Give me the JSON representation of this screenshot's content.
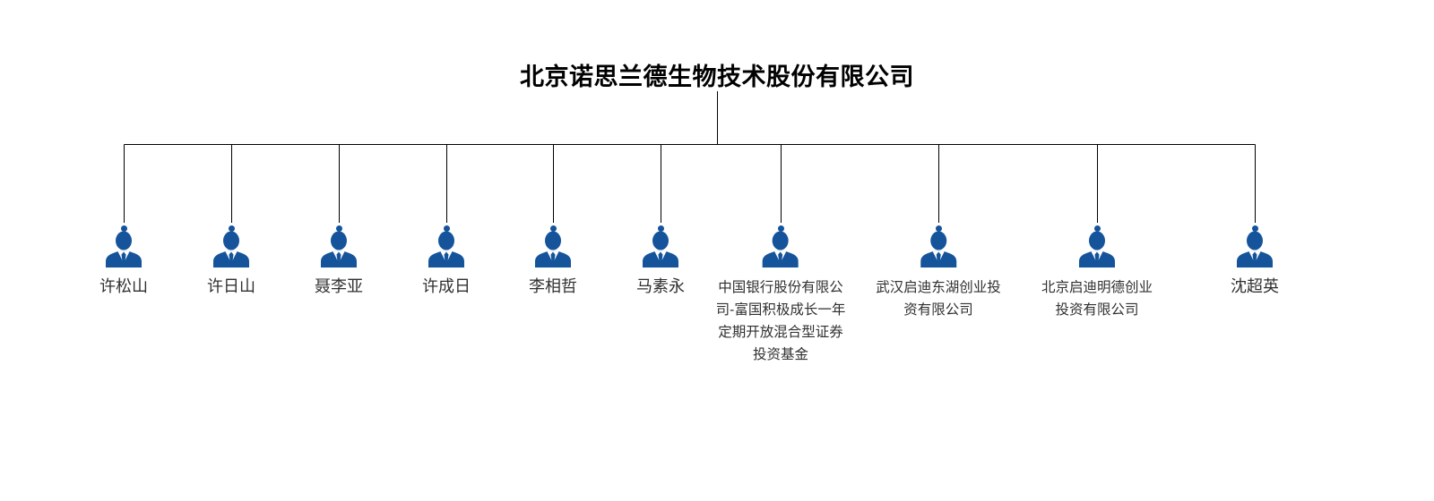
{
  "title": "北京诺思兰德生物技术股份有限公司",
  "colors": {
    "node_blue": "#15549b",
    "connector": "#000000",
    "label": "#303030",
    "title_color": "#000000",
    "background": "#ffffff"
  },
  "nodes": [
    {
      "label": "许松山",
      "kind": "person",
      "lines": [
        "许松山"
      ]
    },
    {
      "label": "许日山",
      "kind": "person",
      "lines": [
        "许日山"
      ]
    },
    {
      "label": "聂李亚",
      "kind": "person",
      "lines": [
        "聂李亚"
      ]
    },
    {
      "label": "许成日",
      "kind": "person",
      "lines": [
        "许成日"
      ]
    },
    {
      "label": "李相哲",
      "kind": "person",
      "lines": [
        "李相哲"
      ]
    },
    {
      "label": "马素永",
      "kind": "person",
      "lines": [
        "马素永"
      ]
    },
    {
      "label": "中国银行股份有限公司-富国积极成长一年定期开放混合型证券投资基金",
      "kind": "company",
      "lines": [
        "中国银行股份有限公",
        "司-富国积极成长一年",
        "定期开放混合型证券",
        "投资基金"
      ]
    },
    {
      "label": "武汉启迪东湖创业投资有限公司",
      "kind": "company",
      "lines": [
        "武汉启迪东湖创业投",
        "资有限公司"
      ]
    },
    {
      "label": "北京启迪明德创业投资有限公司",
      "kind": "company",
      "lines": [
        "北京启迪明德创业",
        "投资有限公司"
      ]
    },
    {
      "label": "沈超英",
      "kind": "person",
      "lines": [
        "沈超英"
      ]
    }
  ]
}
